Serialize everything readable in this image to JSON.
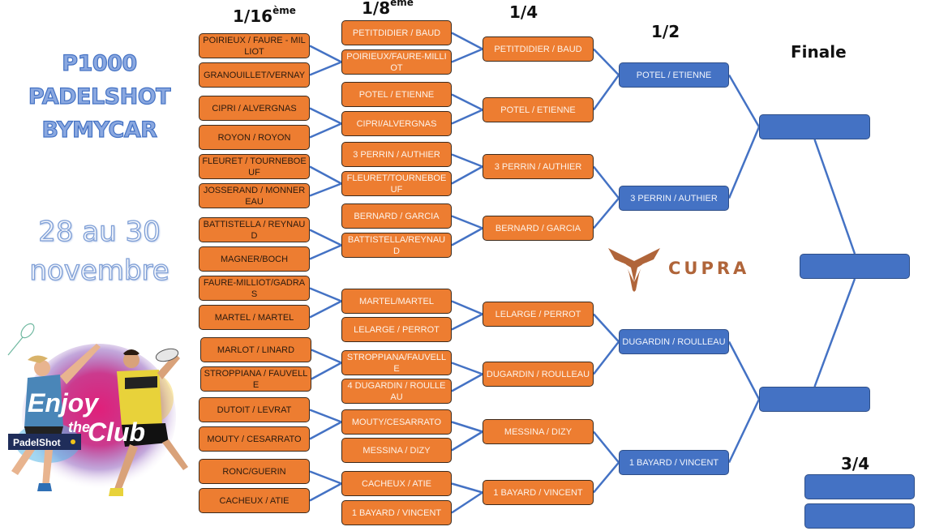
{
  "event": {
    "title_lines": [
      "P1000",
      "PADELSHOT",
      "BYMYCAR"
    ],
    "dates_lines": [
      "28 au 30",
      "novembre"
    ]
  },
  "promo": {
    "headline_1": "Enjoy",
    "headline_2": "the",
    "headline_3": "Club",
    "brand": "PadelShot"
  },
  "sponsor": {
    "name": "CUPRA",
    "color": "#b0653a"
  },
  "colors": {
    "orange": "#ed7d31",
    "blue": "#4472c4",
    "line": "#4472c4"
  },
  "rounds": {
    "r16": {
      "label": "1/16",
      "sup": "ème"
    },
    "r8": {
      "label": "1/8",
      "sup": "ème"
    },
    "r4": {
      "label": "1/4"
    },
    "r2": {
      "label": "1/2"
    },
    "final": {
      "label": "Finale"
    },
    "third": {
      "label": "3/4"
    }
  },
  "bracket": {
    "r16": [
      "POIRIEUX / FAURE - MILLIOT",
      "GRANOUILLET/VERNAY",
      "CIPRI / ALVERGNAS",
      "ROYON / ROYON",
      "FLEURET / TOURNEBOEUF",
      "JOSSERAND / MONNEREAU",
      "BATTISTELLA / REYNAUD",
      "MAGNER/BOCH",
      "FAURE-MILLIOT/GADRAS",
      "MARTEL / MARTEL",
      "MARLOT / LINARD",
      "STROPPIANA / FAUVELLE",
      "DUTOIT / LEVRAT",
      "MOUTY / CESARRATO",
      "RONC/GUERIN",
      "CACHEUX / ATIE"
    ],
    "r8": [
      "PETITDIDIER / BAUD",
      "POIRIEUX/FAURE-MILLIOT",
      "POTEL / ETIENNE",
      "CIPRI/ALVERGNAS",
      "3 PERRIN / AUTHIER",
      "FLEURET/TOURNEBOEUF",
      "BERNARD / GARCIA",
      "BATTISTELLA/REYNAUD",
      "MARTEL/MARTEL",
      "LELARGE / PERROT",
      "STROPPIANA/FAUVELLE",
      "4 DUGARDIN / ROULLEAU",
      "MOUTY/CESARRATO",
      "MESSINA / DIZY",
      "CACHEUX / ATIE",
      "1 BAYARD / VINCENT"
    ],
    "r4": [
      "PETITDIDIER / BAUD",
      "POTEL / ETIENNE",
      "3 PERRIN / AUTHIER",
      "BERNARD / GARCIA",
      "LELARGE / PERROT",
      "DUGARDIN / ROULLEAU",
      "MESSINA / DIZY",
      "1 BAYARD / VINCENT"
    ],
    "r2": [
      "POTEL / ETIENNE",
      "3 PERRIN / AUTHIER",
      "DUGARDIN / ROULLEAU",
      "1 BAYARD / VINCENT"
    ],
    "final": [
      "",
      "",
      ""
    ],
    "third": [
      "",
      ""
    ]
  }
}
